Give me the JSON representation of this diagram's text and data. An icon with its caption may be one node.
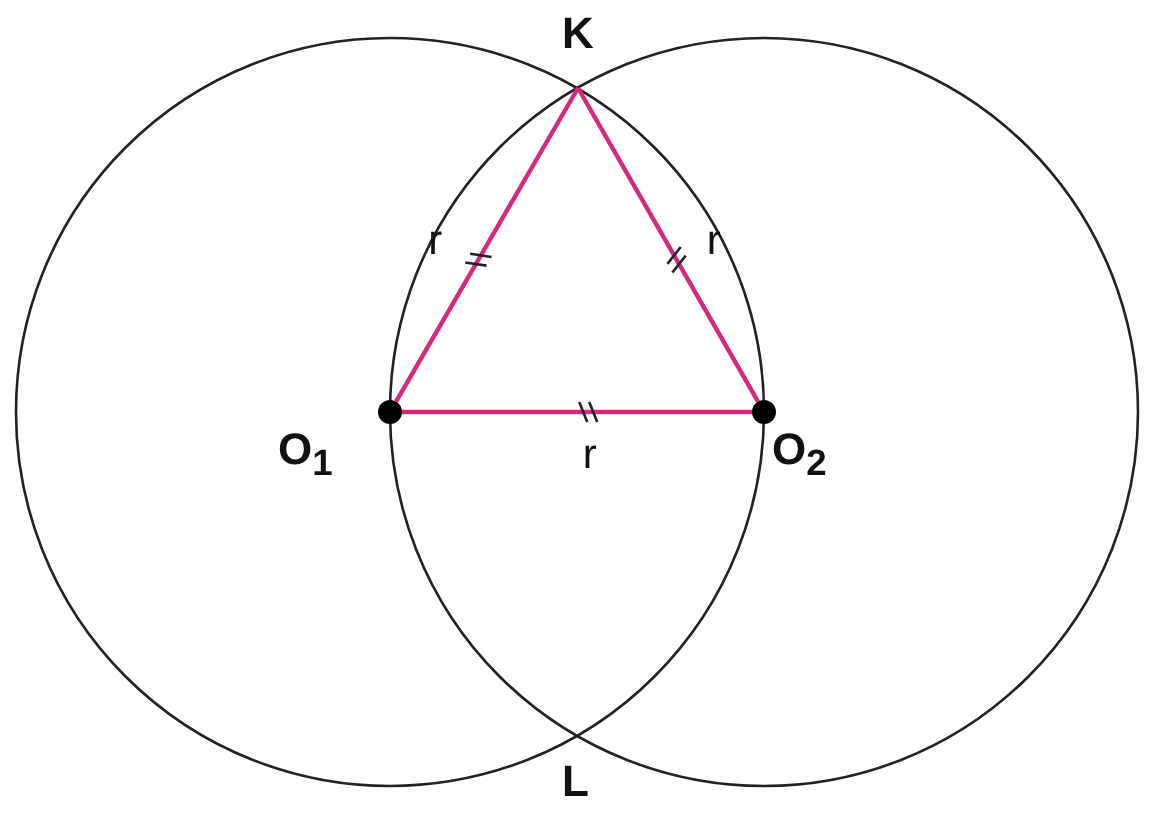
{
  "diagram": {
    "nodes": [
      {
        "text": [
          "K"
        ]
      },
      {
        "text": [
          "O$_{1}$"
        ]
      },
      {
        "text": [
          "O$_{2}$"
        ]
      }
    ],
    "edges": [
      {
        "from": 0,
        "to": 1,
        "arrow": "none",
        "label": "r",
        "color": "#d6287e"
      },
      {
        "from": 0,
        "to": 2,
        "arrow": "none",
        "label": "r",
        "color": "#d6287e"
      },
      {
        "from": 1,
        "to": 2,
        "arrow": "none",
        "label": "r",
        "color": "#d6287e"
      }
    ],
    "labels": [
      "L"
    ]
  }
}
